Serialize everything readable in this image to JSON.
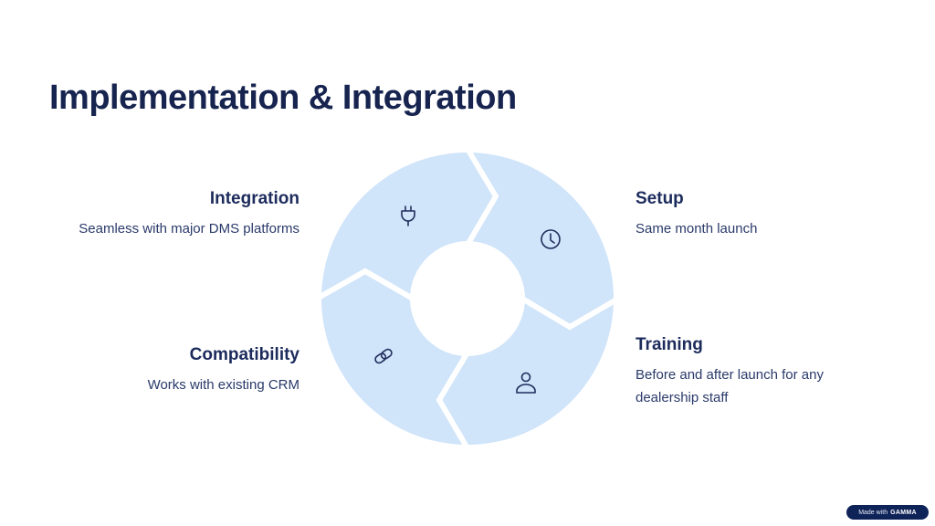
{
  "slide": {
    "title": "Implementation & Integration"
  },
  "colors": {
    "title": "#16244f",
    "heading": "#1c2b5c",
    "body": "#2a3a6a",
    "segment_fill": "#d0e4fa",
    "icon_stroke": "#1f2d5c",
    "badge_bg": "#0e2358"
  },
  "steps": [
    {
      "id": "integration",
      "heading": "Integration",
      "description": "Seamless with major DMS platforms",
      "icon": "plug-icon",
      "position": "top-left"
    },
    {
      "id": "setup",
      "heading": "Setup",
      "description": "Same month launch",
      "icon": "clock-icon",
      "position": "top-right"
    },
    {
      "id": "training",
      "heading": "Training",
      "description": "Before and after launch for any dealership staff",
      "icon": "user-icon",
      "position": "bottom-right"
    },
    {
      "id": "compatibility",
      "heading": "Compatibility",
      "description": "Works with existing CRM",
      "icon": "link-icon",
      "position": "bottom-left"
    }
  ],
  "badge": {
    "prefix": "Made with",
    "brand": "GAMMA"
  }
}
